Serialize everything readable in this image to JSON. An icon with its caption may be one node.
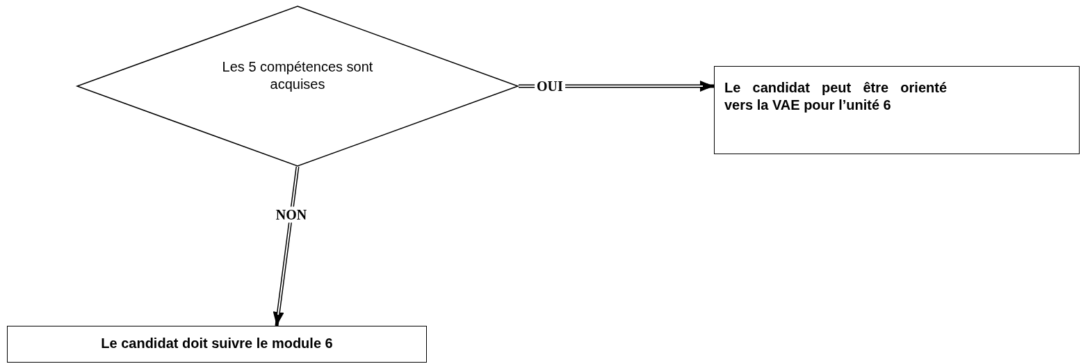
{
  "diagram": {
    "nodes": [
      {
        "text": [
          "Les 5 compétences sont acquises"
        ]
      },
      {
        "text": [
          "Le candidat peut être orienté vers la VAE pour l’unité 6"
        ]
      },
      {
        "text": [
          "Le candidat doit suivre le module 6"
        ]
      }
    ],
    "edges": [
      {
        "from": 0,
        "to": 1,
        "arrow": "to",
        "label": "OUI"
      },
      {
        "from": 0,
        "to": 2,
        "arrow": "to",
        "label": "NON"
      }
    ]
  }
}
